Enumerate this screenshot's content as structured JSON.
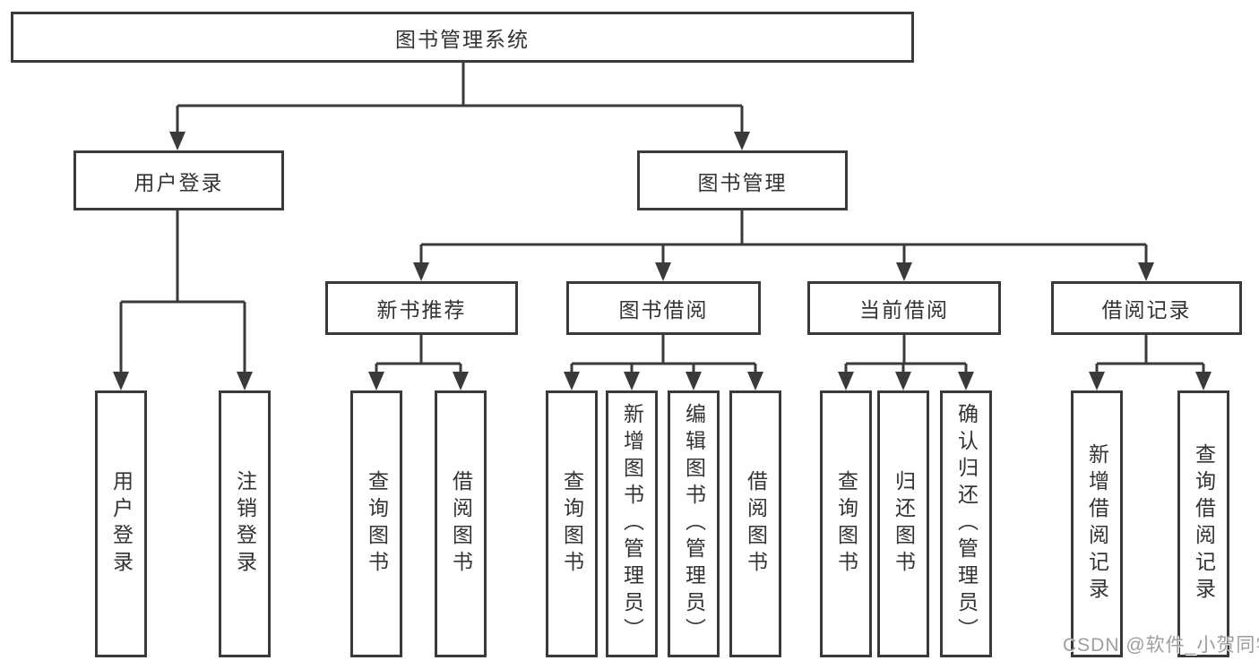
{
  "diagram": {
    "type": "tree",
    "root": {
      "label": "图书管理系统",
      "children": [
        {
          "label": "用户登录",
          "children": [
            {
              "label": "用户登录"
            },
            {
              "label": "注销登录"
            }
          ]
        },
        {
          "label": "图书管理",
          "children": [
            {
              "label": "新书推荐",
              "children": [
                {
                  "label": "查询图书"
                },
                {
                  "label": "借阅图书"
                }
              ]
            },
            {
              "label": "图书借阅",
              "children": [
                {
                  "label": "查询图书"
                },
                {
                  "label": "新增图书（管理员）"
                },
                {
                  "label": "编辑图书（管理员）"
                },
                {
                  "label": "借阅图书"
                }
              ]
            },
            {
              "label": "当前借阅",
              "children": [
                {
                  "label": "查询图书"
                },
                {
                  "label": "归还图书"
                },
                {
                  "label": "确认归还（管理员）"
                }
              ]
            },
            {
              "label": "借阅记录",
              "children": [
                {
                  "label": "新增借阅记录"
                },
                {
                  "label": "查询借阅记录"
                }
              ]
            }
          ]
        }
      ]
    }
  },
  "watermark": {
    "text": "CSDN @软件_小贺同学",
    "color": "#9e9e9e"
  },
  "colors": {
    "background": "#ffffff",
    "line": "#3a3a3a",
    "box_border": "#3a3a3a",
    "text": "#333333"
  }
}
